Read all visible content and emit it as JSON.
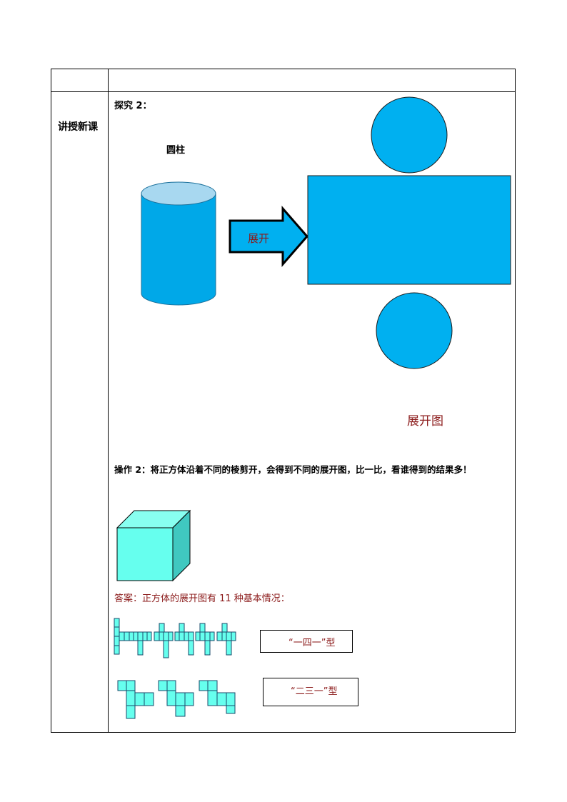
{
  "table": {
    "left_label": "讲授新课"
  },
  "explore": {
    "heading": "探究 2：",
    "solid_name": "圆柱",
    "arrow_label": "展开",
    "net_caption": "展开图"
  },
  "operation": {
    "text": "操作 2：将正方体沿着不同的棱剪开，会得到不同的展开图，比一比，看谁得到的结果多！"
  },
  "answer": {
    "text": "答案：正方体的展开图有 11 种基本情况：",
    "type_141": "“一四一”型",
    "type_231": "“二三一”型"
  },
  "colors": {
    "cylinder_blue": "#00a8e8",
    "cylinder_top": "#a8d8f0",
    "net_blue": "#00b0f0",
    "cube_front": "#66ffee",
    "cube_top": "#88fff0",
    "cube_side": "#40c8c0",
    "answer_red": "#8b1a1a"
  }
}
